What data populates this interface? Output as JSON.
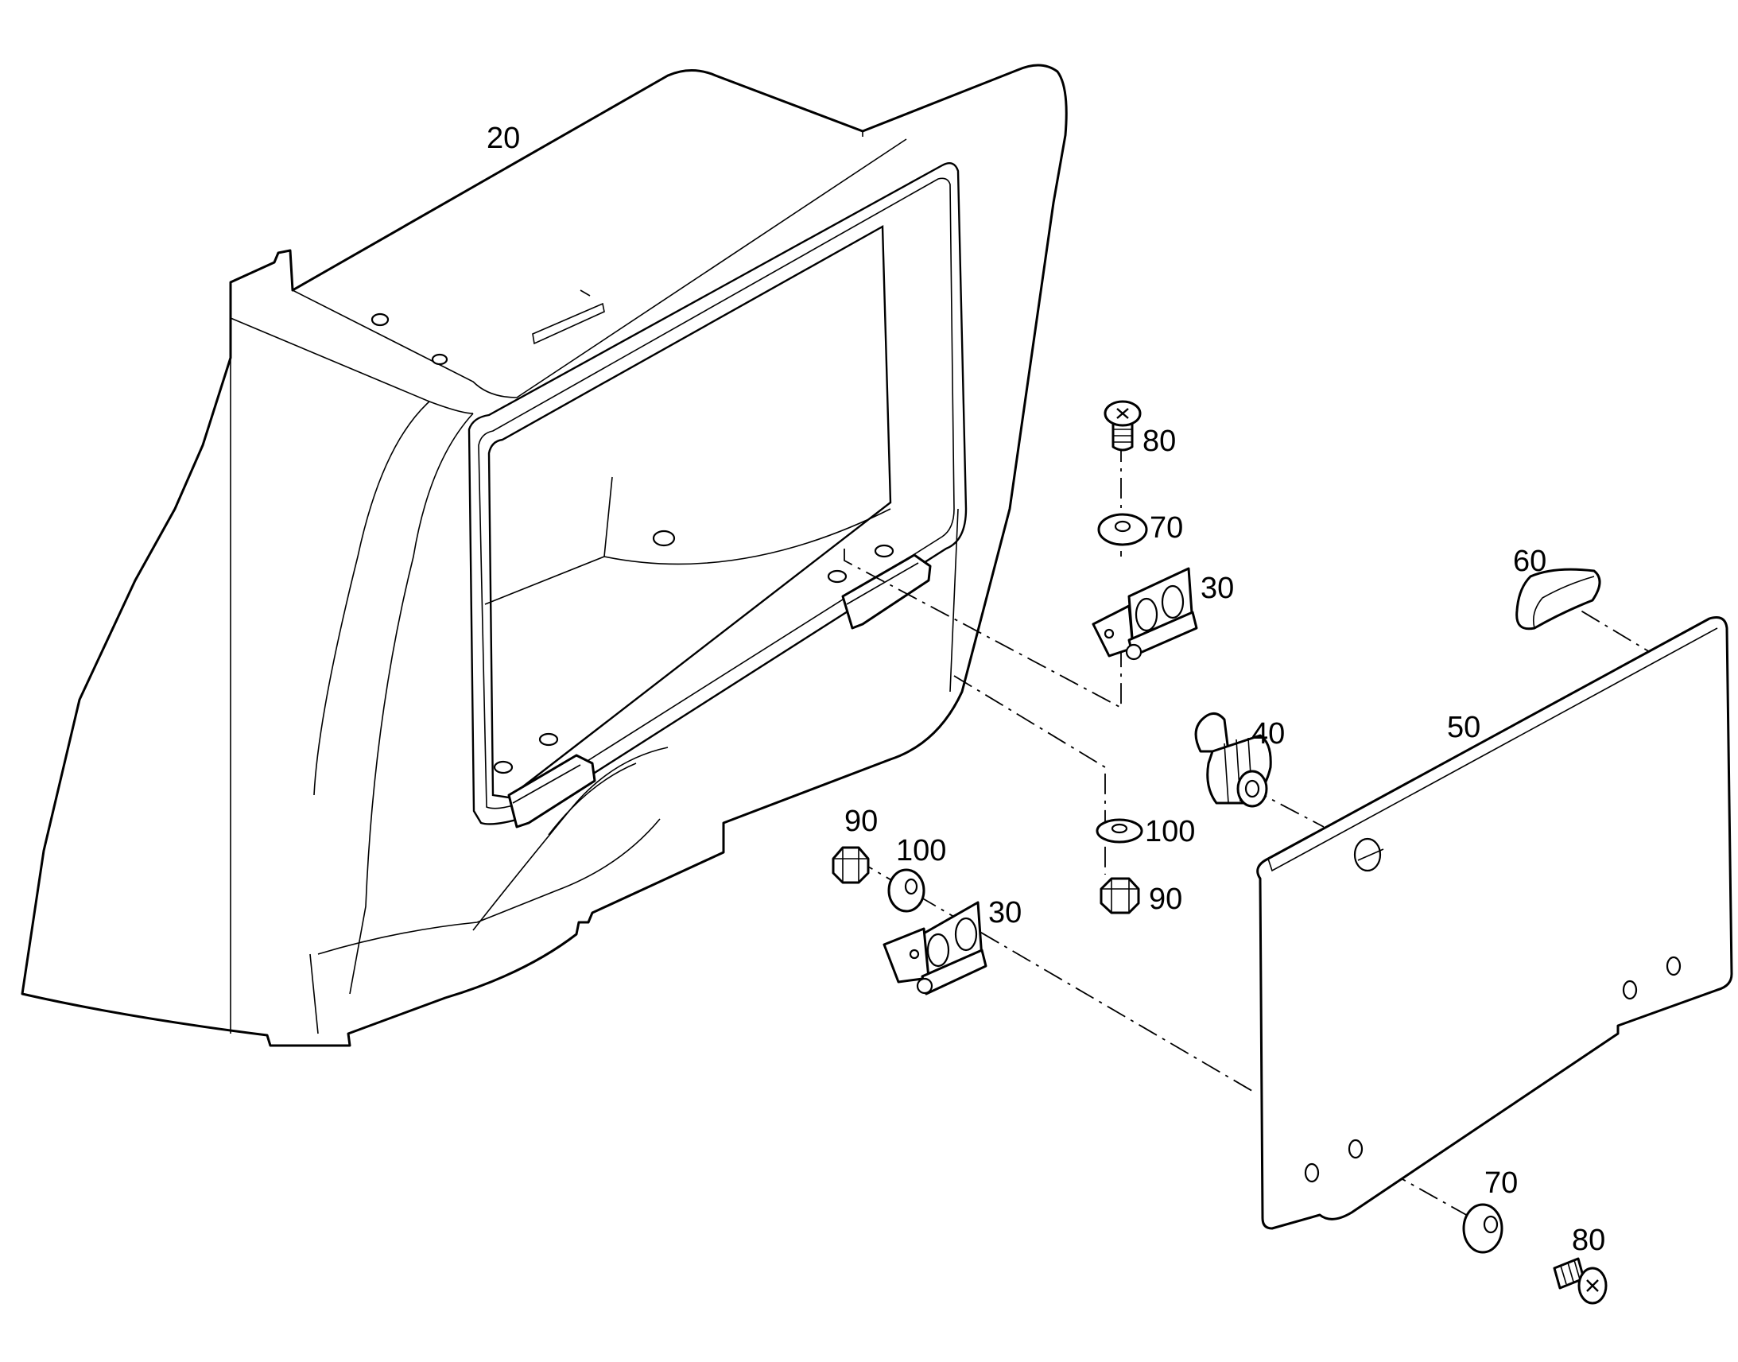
{
  "callouts": {
    "c20": "20",
    "c80_top": "80",
    "c70_top": "70",
    "c30_top": "30",
    "c60": "60",
    "c40": "40",
    "c50": "50",
    "c90_left": "90",
    "c100_left": "100",
    "c30_bottom": "30",
    "c100_mid": "100",
    "c90_mid": "90",
    "c70_bottom": "70",
    "c80_bottom": "80"
  }
}
